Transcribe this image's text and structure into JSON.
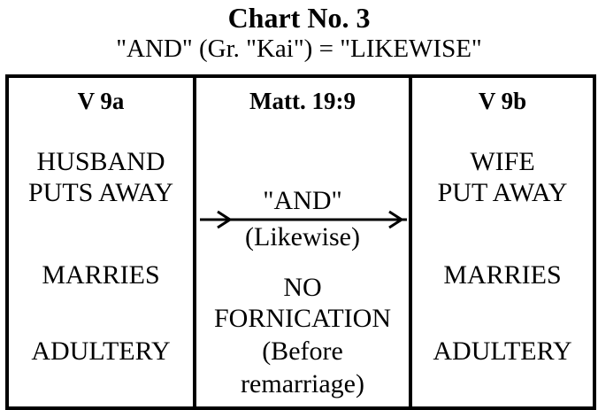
{
  "title": "Chart No. 3",
  "subtitle": "\"AND\" (Gr. \"Kai\") = \"LIKEWISE\"",
  "columns": [
    {
      "header": "V 9a",
      "items": [
        "HUSBAND",
        "PUTS AWAY",
        "MARRIES",
        "ADULTERY"
      ]
    },
    {
      "header": "Matt. 19:9",
      "connector": [
        "\"AND\"",
        "(Likewise)"
      ],
      "condition": [
        "NO",
        "FORNICATION",
        "(Before",
        "remarriage)"
      ]
    },
    {
      "header": "V 9b",
      "items": [
        "WIFE",
        "PUT AWAY",
        "MARRIES",
        "ADULTERY"
      ]
    }
  ]
}
